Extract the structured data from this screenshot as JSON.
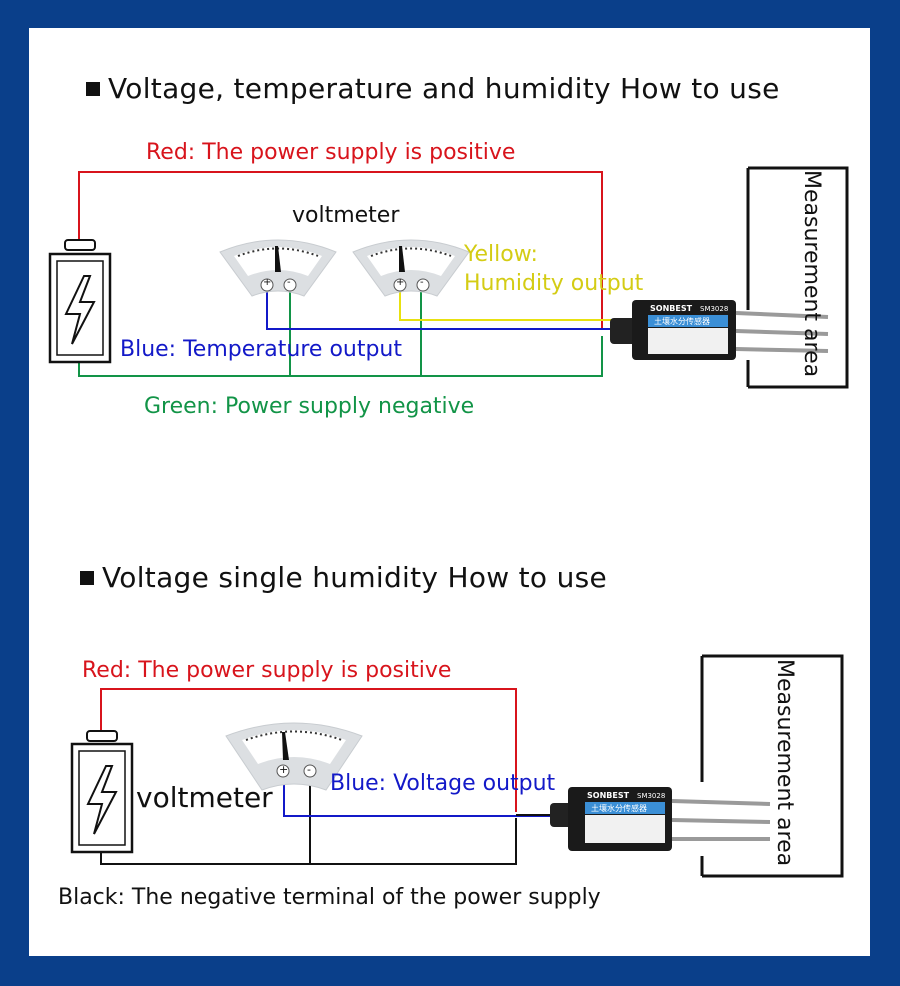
{
  "section1": {
    "heading": "Voltage, temperature and humidity How to use",
    "labels": {
      "red": "Red: The power supply is positive",
      "voltmeter": "voltmeter",
      "yellow_line1": "Yellow:",
      "yellow_line2": "Humidity output",
      "blue": "Blue: Temperature output",
      "green": "Green: Power supply negative",
      "measurement": "Measurement area"
    }
  },
  "section2": {
    "heading": "Voltage single humidity How to use",
    "labels": {
      "red": "Red: The power supply is positive",
      "voltmeter": "voltmeter",
      "blue": "Blue: Voltage output",
      "black": "Black: The negative terminal of the power supply",
      "measurement": "Measurement area"
    }
  },
  "sensor": {
    "brand": "SONBEST",
    "model": "SM3028",
    "name": "土壤水分传感器"
  },
  "meter": {
    "plus": "+",
    "minus": "-"
  },
  "colors": {
    "background": "#0a3f8a",
    "red_wire": "#d8141c",
    "blue_wire": "#1319c8",
    "green_wire": "#129447",
    "yellow_wire": "#e8e10f",
    "black_wire": "#111111"
  }
}
